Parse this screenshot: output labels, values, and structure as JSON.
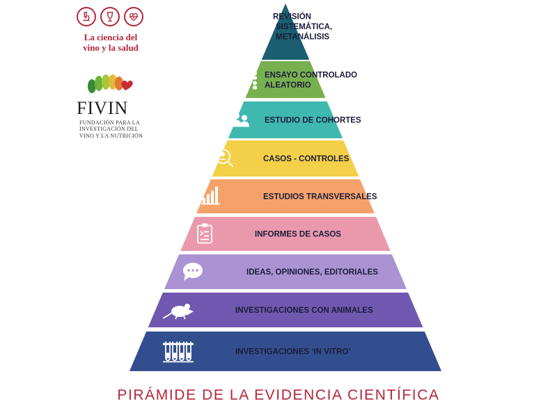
{
  "brand": {
    "tagline_line1": "La ciencia del",
    "tagline_line2": "vino y la salud",
    "icons": [
      "microscope-icon",
      "wine-glass-icon",
      "heart-pulse-icon"
    ],
    "org_name": "FIVIN",
    "org_line1": "FUNDACIÓN PARA LA",
    "org_line2": "INVESTIGACIÓN DEL",
    "org_line3": "VINO Y LA NUTRICIÓN",
    "colors": {
      "accent": "#b5253a"
    }
  },
  "pyramid": {
    "tiers": [
      {
        "lines": [
          "REVISIÓN",
          "SISTEMÁTICA,",
          "METANÁLISIS"
        ],
        "color": "#1b5e70",
        "icon": "document-search-icon"
      },
      {
        "lines": [
          "ENSAYO CONTROLADO",
          "ALEATORIO"
        ],
        "color": "#79b04f",
        "icon": "randomized-people-icon"
      },
      {
        "lines": [
          "ESTUDIO DE COHORTES"
        ],
        "color": "#3fb8b0",
        "icon": "group-people-icon"
      },
      {
        "lines": [
          "CASOS - CONTROLES"
        ],
        "color": "#f4cf48",
        "icon": "magnify-person-icon"
      },
      {
        "lines": [
          "ESTUDIOS TRANSVERSALES"
        ],
        "color": "#f5a26a",
        "icon": "bar-chart-icon"
      },
      {
        "lines": [
          "INFORMES DE CASOS"
        ],
        "color": "#ea99ad",
        "icon": "clipboard-report-icon"
      },
      {
        "lines": [
          "IDEAS, OPINIONES, EDITORIALES"
        ],
        "color": "#ab93d3",
        "icon": "speech-bubble-icon"
      },
      {
        "lines": [
          "INVESTIGACIONES CON ANIMALES"
        ],
        "color": "#7058b0",
        "icon": "mouse-icon"
      },
      {
        "lines": [
          "INVESTIGACIONES ‘IN VITRO’"
        ],
        "color": "#324e8e",
        "icon": "test-tubes-icon"
      }
    ]
  },
  "footer": {
    "title": "PIRÁMIDE DE LA EVIDENCIA CIENTÍFICA"
  }
}
